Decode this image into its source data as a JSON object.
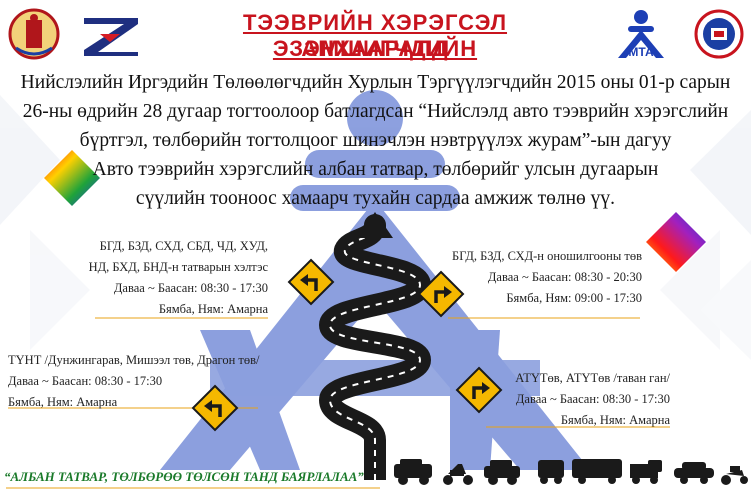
{
  "header": {
    "title_line1": "ТЭЭВРИЙН ХЭРЭГСЭЛ ЭЗЭМШИГЧДИЙН",
    "title_line2": "АНХААРАЛД",
    "logo_mta": "МТА"
  },
  "intro": {
    "line1": "Нийслэлийн Иргэдийн Төлөөлөгчдийн Хурлын Тэргүүлэгчдийн 2015 оны 01-р сарын",
    "line2": "26-ны өдрийн 28 дугаар тогтоолоор батлагдсан “Нийслэлд авто тээврийн хэрэгслийн",
    "line3": "бүртгэл, төлбөрийн тогтолцоог шинэчлэн нэвтрүүлэх журам”-ын дагуу",
    "line4": "Авто тээврийн хэрэгслийн албан татвар, төлбөрийг улсын дугаарын",
    "line5": "сүүлийн тооноос хамаарч тухайн сардаа амжиж төлнө үү."
  },
  "locations": {
    "left_top": {
      "line1": "БГД, БЗД, СХД, СБД, ЧД, ХУД,",
      "line2": "НД, БХД, БНД-н татварын хэлтэс",
      "line3": "Даваа ~ Баасан: 08:30 - 17:30",
      "line4": "Бямба, Ням: Амарна"
    },
    "right_top": {
      "line1": "БГД, БЗД, СХД-н оношилгооны төв",
      "line2": "Даваа ~ Баасан: 08:30 - 20:30",
      "line3": "Бямба, Ням: 09:00 - 17:30"
    },
    "left_bottom": {
      "line1": "ТҮНТ /Дунжингарав, Мишээл төв, Драгон төв/",
      "line2": "Даваа ~ Баасан: 08:30 - 17:30",
      "line3": "Бямба, Ням: Амарна"
    },
    "right_bottom": {
      "line1": "АТҮТөв, АТҮТөв /таван ган/",
      "line2": "Даваа ~ Баасан: 08:30 - 17:30",
      "line3": "Бямба, Ням: Амарна"
    }
  },
  "footer": {
    "thanks": "“АЛБАН ТАТВАР, ТӨЛБӨРӨӨ ТӨЛСӨН ТАНД БАЯРЛАЛАА”"
  },
  "colors": {
    "title_red": "#c8141e",
    "road_black": "#1a1a1a",
    "sign_yellow": "#f5b800",
    "watermark_blue": "#2f52c4",
    "thanks_green": "#1a7a2a",
    "line_orange": "#e8a317"
  },
  "icons": [
    "emblem-icon",
    "z-logo-icon",
    "mta-logo-icon",
    "police-badge-icon",
    "turn-left-sign-icon",
    "turn-right-sign-icon",
    "vehicle-icons"
  ]
}
